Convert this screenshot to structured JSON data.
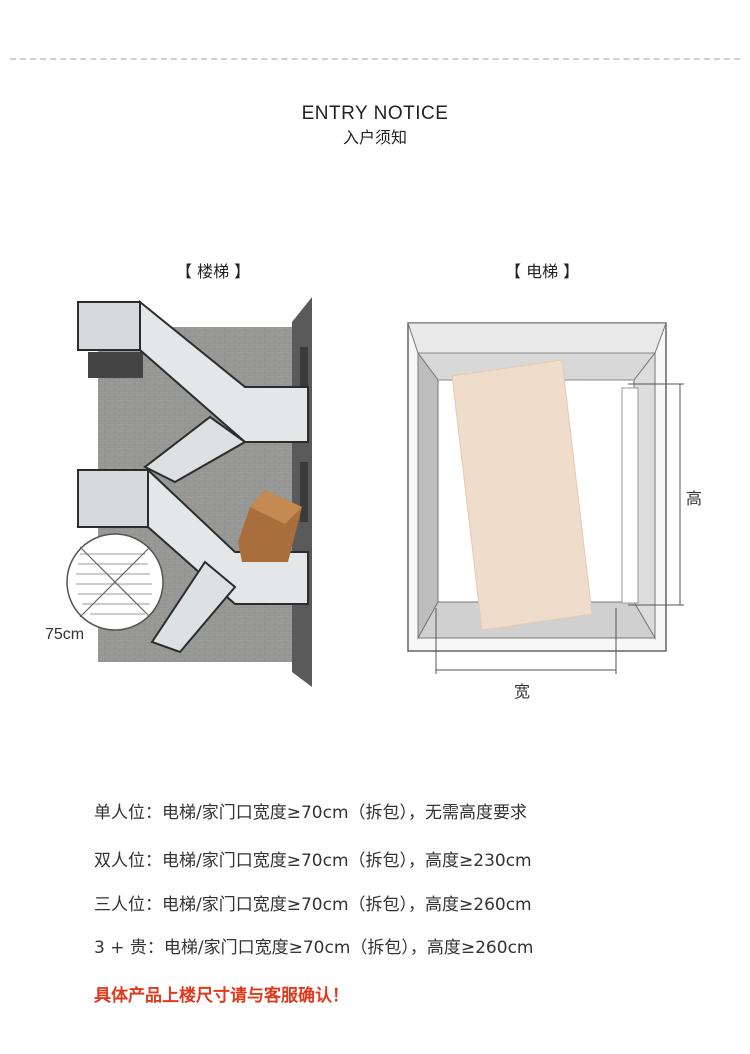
{
  "header": {
    "title_en": "ENTRY NOTICE",
    "title_cn": "入户须知"
  },
  "stairs": {
    "caption": "【 楼梯 】",
    "dimension": "75cm"
  },
  "elevator": {
    "caption": "【 电梯 】",
    "height_label": "高",
    "width_label": "宽"
  },
  "requirements": [
    "单人位：电梯/家门口宽度≥70cm（拆包），无需高度要求",
    "双人位：电梯/家门口宽度≥70cm（拆包），高度≥230cm",
    "三人位：电梯/家门口宽度≥70cm（拆包），高度≥260cm",
    "3 + 贵：电梯/家门口宽度≥70cm（拆包），高度≥260cm"
  ],
  "warning": "具体产品上楼尺寸请与客服确认！",
  "colors": {
    "warning": "#e03a1e",
    "box": "#a86f3c",
    "sofa_panel": "#f0dccb"
  }
}
